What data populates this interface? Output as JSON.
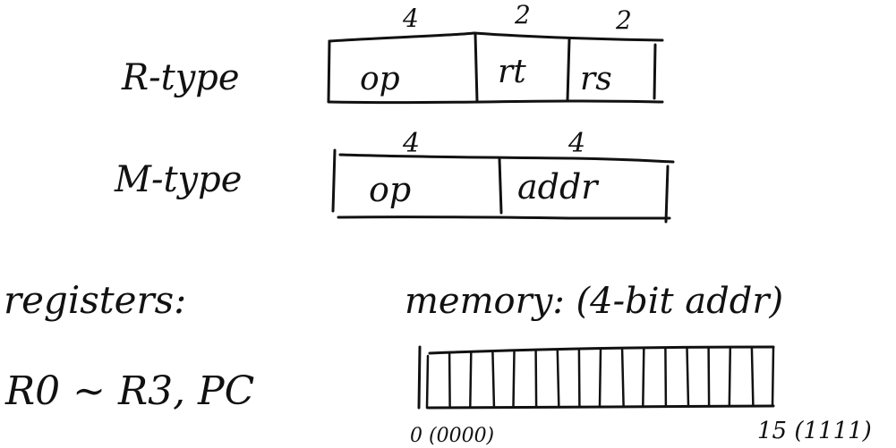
{
  "r_type": {
    "label": "R-type",
    "fields": [
      {
        "name": "op",
        "bits": "4"
      },
      {
        "name": "rt",
        "bits": "2"
      },
      {
        "name": "rs",
        "bits": "2"
      }
    ]
  },
  "m_type": {
    "label": "M-type",
    "fields": [
      {
        "name": "op",
        "bits": "4"
      },
      {
        "name": "addr",
        "bits": "4"
      }
    ]
  },
  "registers": {
    "heading": "registers:",
    "list": "R0 ~ R3, PC"
  },
  "memory": {
    "heading": "memory: (4-bit addr)",
    "cell_count": 16,
    "start_label": "0 (0000)",
    "end_label": "15 (1111)"
  }
}
